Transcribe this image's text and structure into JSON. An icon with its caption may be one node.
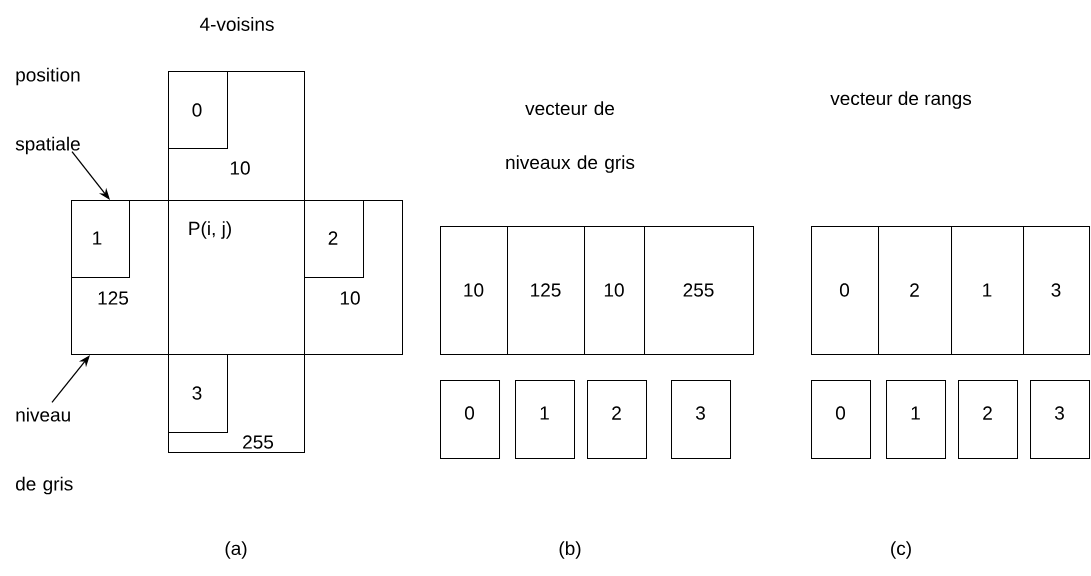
{
  "diagram": {
    "nodes": [
      {
        "text": [
          "10"
        ]
      },
      {
        "text": [
          "0"
        ],
        "in": 0
      },
      {
        "text": [
          "125"
        ]
      },
      {
        "text": [
          "1"
        ],
        "in": 2
      },
      {
        "text": [
          "P(i, j)"
        ]
      },
      {
        "text": [
          "10"
        ]
      },
      {
        "text": [
          "2"
        ],
        "in": 5
      },
      {
        "text": [
          "255"
        ]
      },
      {
        "text": [
          "3"
        ],
        "in": 7
      },
      {
        "text": [
          "position spatiale"
        ]
      },
      {
        "text": [
          "niveau de gris"
        ]
      },
      {
        "text": [
          "10"
        ]
      },
      {
        "text": [
          "125"
        ]
      },
      {
        "text": [
          "10"
        ]
      },
      {
        "text": [
          "255"
        ]
      },
      {
        "text": [
          "0"
        ]
      },
      {
        "text": [
          "1"
        ]
      },
      {
        "text": [
          "2"
        ]
      },
      {
        "text": [
          "3"
        ]
      },
      {
        "text": [
          "0"
        ]
      },
      {
        "text": [
          "2"
        ]
      },
      {
        "text": [
          "1"
        ]
      },
      {
        "text": [
          "3"
        ]
      },
      {
        "text": [
          "0"
        ]
      },
      {
        "text": [
          "1"
        ]
      },
      {
        "text": [
          "2"
        ]
      },
      {
        "text": [
          "3"
        ]
      }
    ],
    "edges": [
      {
        "from": 9,
        "to": 3,
        "arrow": "to"
      },
      {
        "from": 10,
        "to": 2,
        "arrow": "to"
      }
    ],
    "labels": [
      "4-voisins",
      "vecteur de niveaux de gris",
      "vecteur de rangs",
      "(a)",
      "(b)",
      "(c)"
    ]
  }
}
